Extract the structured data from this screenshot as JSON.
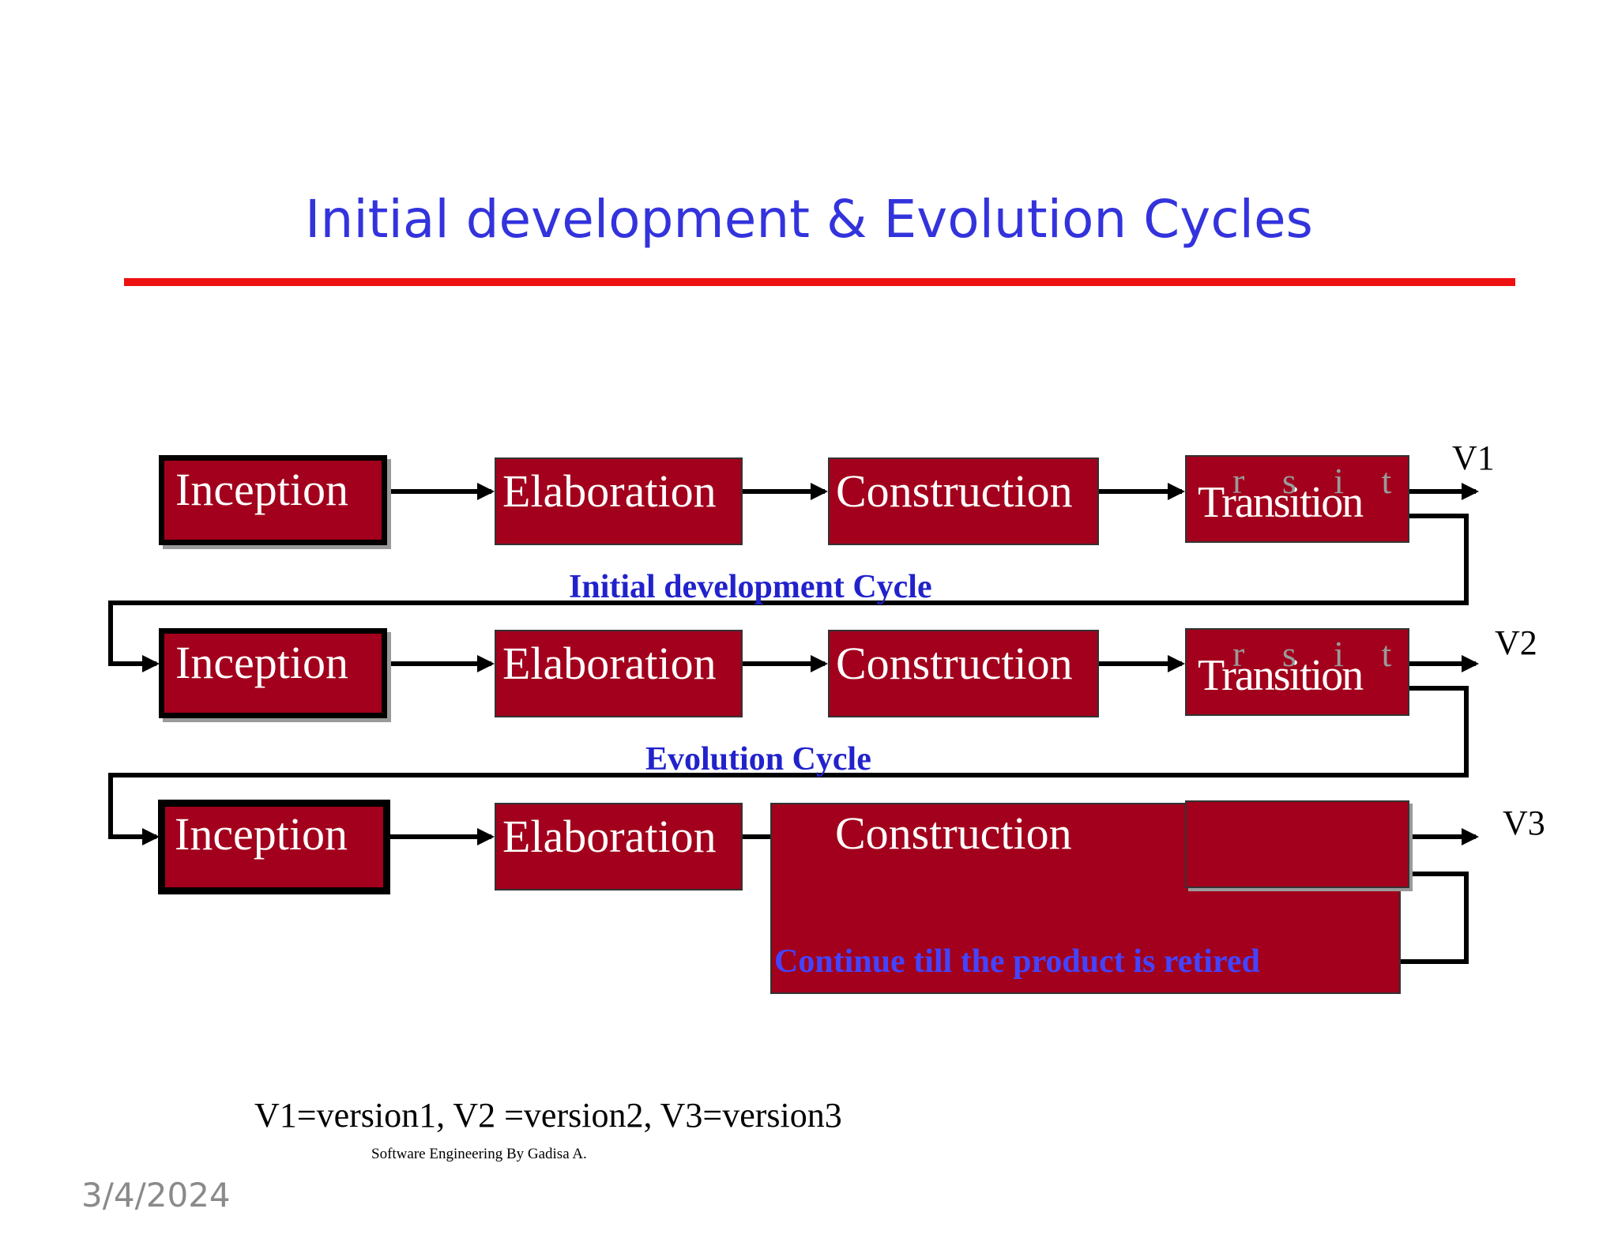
{
  "slide": {
    "title": "Initial development & Evolution Cycles",
    "date": "3/4/2024",
    "footer": "Software Engineering By Gadisa A.",
    "legend": "V1=version1, V2 =version2, V3=version3"
  },
  "diagram": {
    "rows": [
      {
        "phases": [
          "Inception",
          "Elaboration",
          "Construction",
          "Transition"
        ],
        "transition_ghost": "r s i t i",
        "version": "V1",
        "cycle_label": "Initial development Cycle"
      },
      {
        "phases": [
          "Inception",
          "Elaboration",
          "Construction",
          "Transition"
        ],
        "transition_ghost": "r s i t i",
        "version": "V2",
        "cycle_label": "Evolution Cycle"
      },
      {
        "phases": [
          "Inception",
          "Elaboration",
          "Construction"
        ],
        "version": "V3",
        "cycle_label": "Continue till the product is retired"
      }
    ]
  },
  "colors": {
    "title": "#3333dd",
    "rule": "#ee1111",
    "phase_fill": "#a2001c",
    "cycle_label": "#2222cc"
  }
}
